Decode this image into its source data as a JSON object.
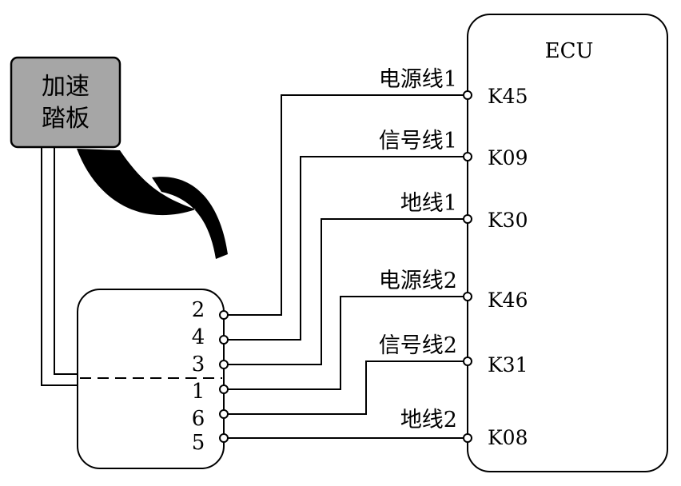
{
  "pedal": {
    "label_line1": "加速",
    "label_line2": "踏板"
  },
  "ecu": {
    "title": "ECU",
    "pins": [
      "K45",
      "K09",
      "K30",
      "K46",
      "K31",
      "K08"
    ]
  },
  "connector": {
    "pins": [
      "2",
      "4",
      "3",
      "1",
      "6",
      "5"
    ]
  },
  "wires": [
    {
      "label": "电源线1",
      "from_pin": "2",
      "to_pin": "K45"
    },
    {
      "label": "信号线1",
      "from_pin": "4",
      "to_pin": "K09"
    },
    {
      "label": "地线1",
      "from_pin": "3",
      "to_pin": "K30"
    },
    {
      "label": "电源线2",
      "from_pin": "1",
      "to_pin": "K46"
    },
    {
      "label": "信号线2",
      "from_pin": "6",
      "to_pin": "K31"
    },
    {
      "label": "地线2",
      "from_pin": "5",
      "to_pin": "K08"
    }
  ]
}
